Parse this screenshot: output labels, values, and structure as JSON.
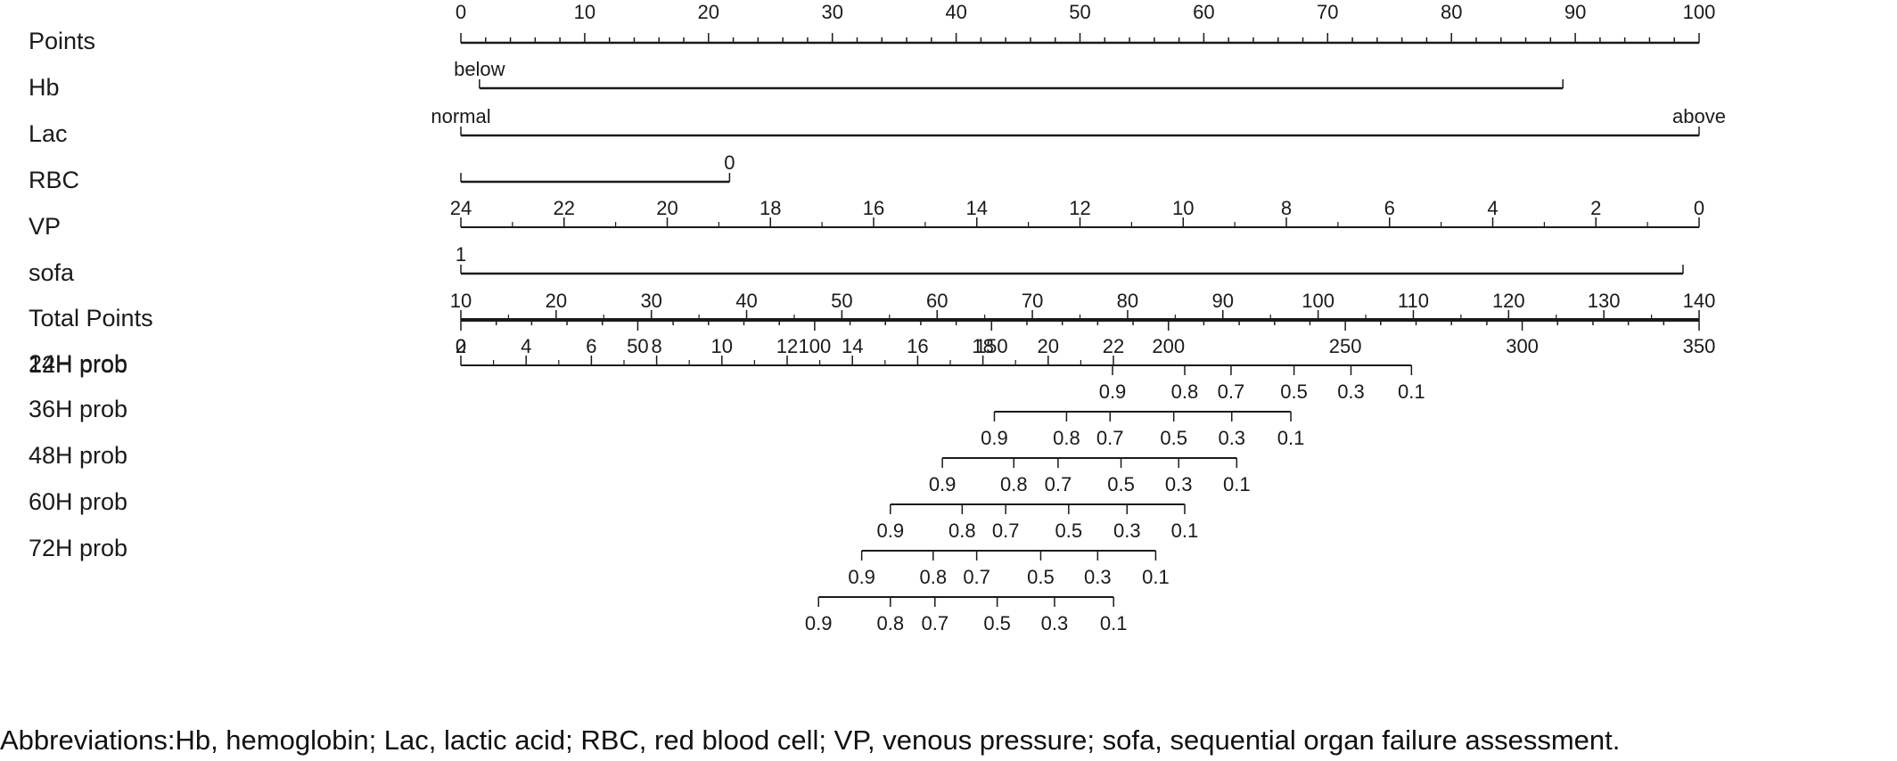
{
  "chart_data": {
    "type": "nomogram",
    "points_scale": {
      "label": "Points",
      "range": [
        0,
        100
      ],
      "ticks": [
        0,
        10,
        20,
        30,
        40,
        50,
        60,
        70,
        80,
        90,
        100
      ]
    },
    "total_points_scale": {
      "label": "Total Points",
      "range": [
        0,
        350
      ],
      "ticks": [
        0,
        50,
        100,
        150,
        200,
        250,
        300,
        350
      ]
    },
    "variables": [
      {
        "label": "Hb",
        "type": "categorical",
        "categories": [
          {
            "label": "below",
            "points": 1.5
          },
          {
            "label": "",
            "points": 89
          }
        ]
      },
      {
        "label": "Lac",
        "type": "categorical",
        "categories": [
          {
            "label": "normal",
            "points": 0
          },
          {
            "label": "above",
            "points": 100
          }
        ]
      },
      {
        "label": "RBC",
        "type": "categorical",
        "categories": [
          {
            "label": "",
            "points": 0
          },
          {
            "label": "0",
            "points": 21.7
          }
        ]
      },
      {
        "label": "VP",
        "type": "continuous",
        "ticks": [
          24,
          22,
          20,
          18,
          16,
          14,
          12,
          10,
          8,
          6,
          4,
          2,
          0
        ],
        "point_range": [
          0,
          100
        ]
      },
      {
        "label": "sofa",
        "type": "categorical",
        "categories": [
          {
            "label": "1",
            "points": 0
          },
          {
            "label": "",
            "points": 98.7
          }
        ]
      },
      {
        "label": "Total Points",
        "type": "continuous",
        "ticks": [
          10,
          20,
          30,
          40,
          50,
          60,
          70,
          80,
          90,
          100,
          110,
          120,
          130,
          140
        ],
        "point_range": [
          0,
          100
        ]
      },
      {
        "label": "12H prob",
        "type": "continuous",
        "ticks": [
          2,
          4,
          6,
          8,
          10,
          12,
          14,
          16,
          18,
          20,
          22
        ],
        "point_range": [
          0,
          52.7
        ]
      }
    ],
    "probability_scales": [
      {
        "label": "24H prob",
        "ticks": [
          "0.9",
          "0.8",
          "0.7",
          "0.5",
          "0.3",
          "0.1"
        ],
        "total_points": [
          184.2,
          204.6,
          217.7,
          235.5,
          251.6,
          268.7
        ]
      },
      {
        "label": "36H prob",
        "ticks": [
          "0.9",
          "0.8",
          "0.7",
          "0.5",
          "0.3",
          "0.1"
        ],
        "total_points": [
          150.8,
          171.2,
          183.5,
          201.5,
          217.9,
          234.6
        ]
      },
      {
        "label": "48H prob",
        "ticks": [
          "0.9",
          "0.8",
          "0.7",
          "0.5",
          "0.3",
          "0.1"
        ],
        "total_points": [
          136.1,
          156.3,
          168.8,
          186.6,
          202.9,
          219.3
        ]
      },
      {
        "label": "60H prob",
        "ticks": [
          "0.9",
          "0.8",
          "0.7",
          "0.5",
          "0.3",
          "0.1"
        ],
        "total_points": [
          121.4,
          141.7,
          154.0,
          171.8,
          188.3,
          204.6
        ]
      },
      {
        "label": "72H prob",
        "ticks": [
          "0.9",
          "0.8",
          "0.7",
          "0.5",
          "0.3",
          "0.1"
        ],
        "total_points": [
          113.3,
          133.5,
          145.8,
          163.9,
          180.0,
          196.4
        ]
      },
      {
        "label": "",
        "ticks": [
          "0.9",
          "0.8",
          "0.7",
          "0.5",
          "0.3",
          "0.1"
        ],
        "total_points": [
          101.1,
          121.4,
          134.0,
          151.6,
          167.8,
          184.5
        ]
      }
    ]
  },
  "caption": "Abbreviations:Hb, hemoglobin; Lac, lactic acid; RBC, red blood cell; VP, venous pressure; sofa, sequential organ failure assessment."
}
